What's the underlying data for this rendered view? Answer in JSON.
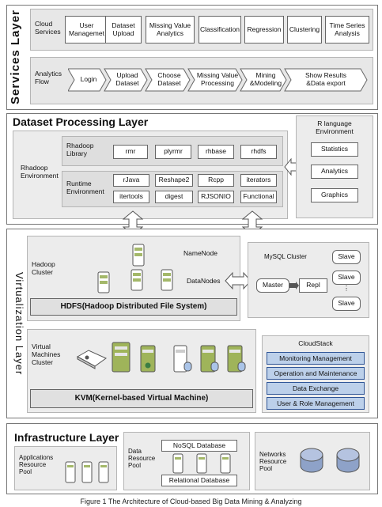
{
  "services": {
    "title": "Services Layer",
    "row_label": "Cloud\nServices",
    "items": [
      "User\nManagemet",
      "Dataset\nUpload",
      "Missing Value\nAnalytics",
      "Classification",
      "Regression",
      "Clustering",
      "Time Series\nAnalysis"
    ],
    "flow_label": "Analytics\nFlow",
    "flow": [
      "Login",
      "Upload\nDataset",
      "Choose\nDataset",
      "Missing Value\nProcessing",
      "Mining\n&Modeling",
      "Show Results\n&Data export"
    ]
  },
  "dataset": {
    "title": "Dataset Processing Layer",
    "env_label": "Rhadoop\nEnvironment",
    "lib_label": "Rhadoop\nLibrary",
    "libs": [
      "rmr",
      "plyrmr",
      "rhbase",
      "rhdfs"
    ],
    "runtime_label": "Runtime\nEnvironment",
    "runtime": [
      "rJava",
      "Reshape2",
      "Rcpp",
      "iterators",
      "itertools",
      "digest",
      "RJSONIO",
      "Functional"
    ],
    "r_env_title": "R language\nEnvironment",
    "r_env": [
      "Statistics",
      "Analytics",
      "Graphics"
    ]
  },
  "virtualization": {
    "title": "Virtualization Layer",
    "hadoop_label": "Hadoop\nCluster",
    "namenode": "NameNode",
    "datanodes": "DataNodes",
    "hdfs": "HDFS(Hadoop Distributed File System)",
    "mysql_title": "MySQL Cluster",
    "master": "Master",
    "repl": "Repl",
    "slave": "Slave",
    "ellipsis": "⋮",
    "vm_label": "Virtual\nMachines\nCluster",
    "kvm": "KVM(Kernel-based Virtual Machine)",
    "cloudstack_title": "CloudStack",
    "cloudstack": [
      "Monitoring Management",
      "Operation and Maintenance",
      "Data Exchange",
      "User & Role Management"
    ]
  },
  "infrastructure": {
    "title": "Infrastructure Layer",
    "apps": "Applications\nResource\nPool",
    "data": "Data\nResource\nPool",
    "nosql": "NoSQL Database",
    "relational": "Relational Database",
    "networks": "Networks\nResource\nPool"
  },
  "caption": "Figure 1 The Architecture of Cloud-based Big Data Mining & Analyzing",
  "colors": {
    "blue_fill": "#bcd0ea",
    "blue_border": "#2f5597",
    "server_green": "#8fa84c"
  }
}
